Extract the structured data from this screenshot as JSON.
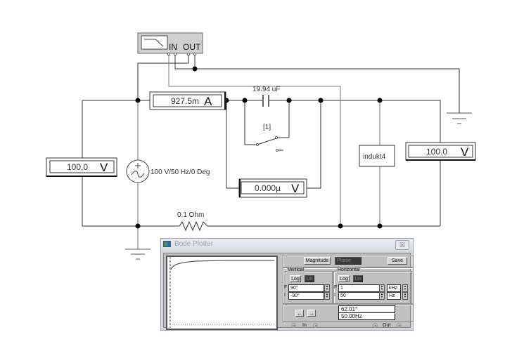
{
  "schematic": {
    "capacitor_label": "19.94 uF",
    "switch_label": "[1]",
    "source_label": "100 V/50 Hz/0 Deg",
    "resistor_label": "0.1  Ohm",
    "inductor_label": "indukt4",
    "bode_terminals": {
      "in": "IN",
      "out": "OUT"
    },
    "ammeter": {
      "value": "927.5m",
      "unit": "A"
    },
    "voltmeter_left": {
      "value": "100.0",
      "unit": "V"
    },
    "voltmeter_cap": {
      "value": "0.000µ",
      "unit": "V"
    },
    "voltmeter_right": {
      "value": "100.0",
      "unit": "V"
    }
  },
  "bode_window": {
    "title": "Bode Plotter",
    "close_label": "☒",
    "mode_buttons": {
      "magnitude": "Magnitude",
      "phase": "Phase",
      "save": "Save"
    },
    "vertical": {
      "title": "Vertical",
      "log": "Log",
      "lin": "Lin",
      "f_label": "F",
      "i_label": "I",
      "final": "90°",
      "initial": "-90°"
    },
    "horizontal": {
      "title": "Horizontal",
      "log": "Log",
      "lin": "Lin",
      "f_label": "F",
      "i_label": "I",
      "final": "1",
      "final_unit": "kHz",
      "initial": "50",
      "initial_unit": "Hz"
    },
    "arrows": {
      "left": "←",
      "right": "→"
    },
    "readout": {
      "value": "62.01°",
      "frequency": "50.00Hz"
    },
    "terminals": {
      "in": "In",
      "out": "Out"
    }
  }
}
